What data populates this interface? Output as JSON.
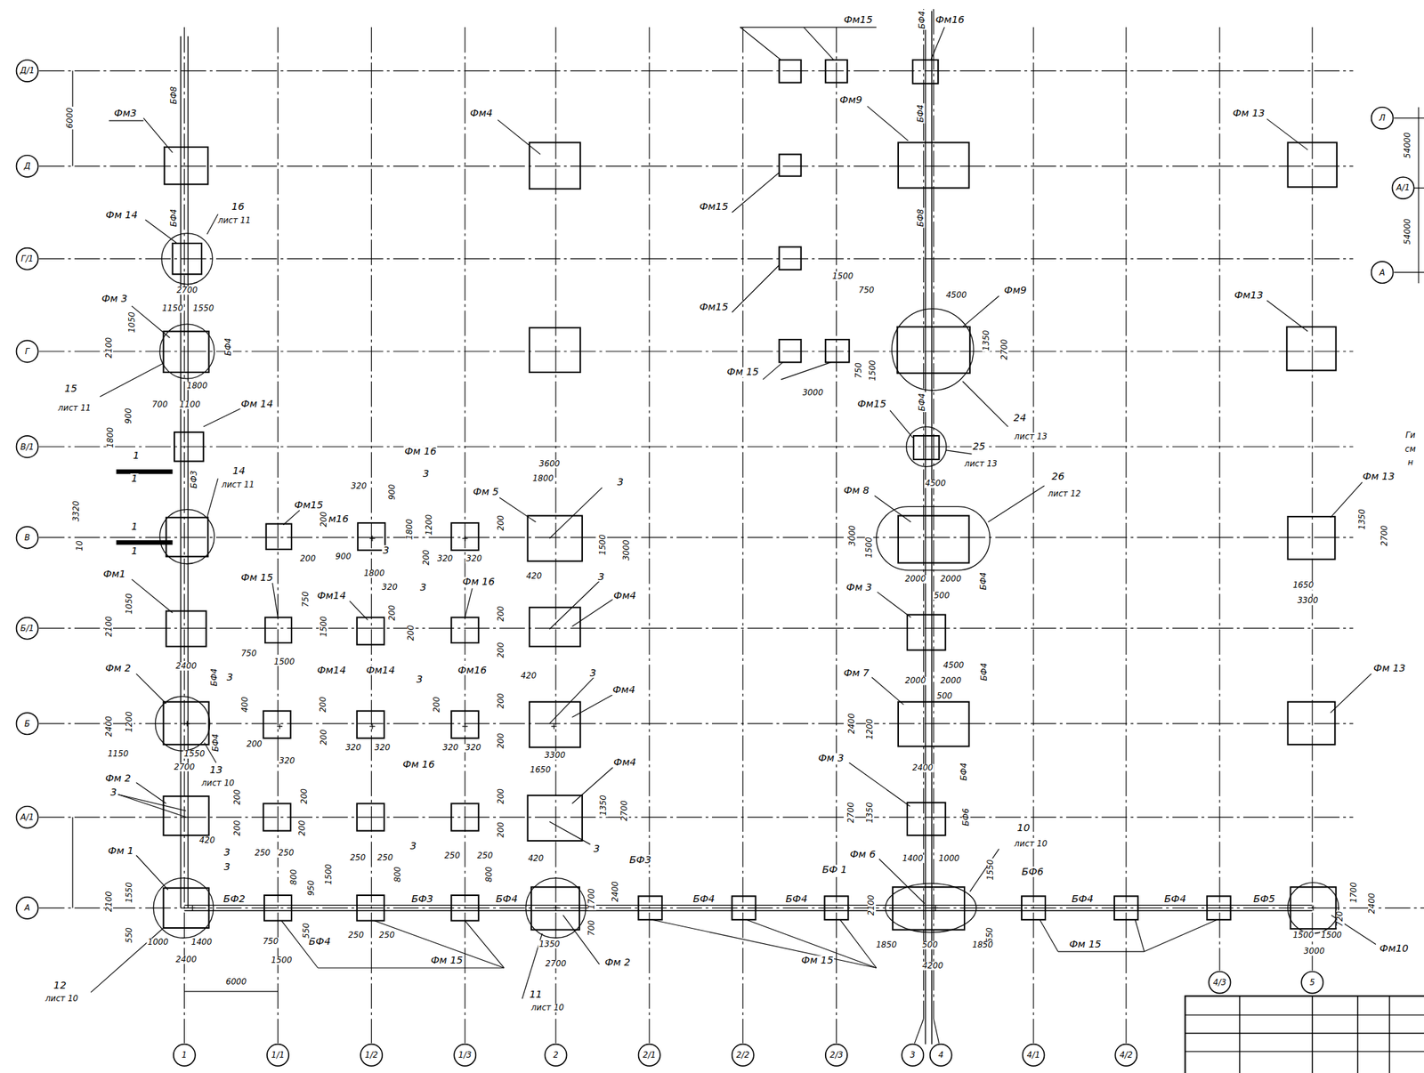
{
  "diagram": {
    "nodes": [
      {
        "text": [
          "Д/1"
        ]
      },
      {
        "text": [
          "Д"
        ]
      },
      {
        "text": [
          "Г/1"
        ]
      },
      {
        "text": [
          "Г"
        ]
      },
      {
        "text": [
          "В/1"
        ]
      },
      {
        "text": [
          "В"
        ]
      },
      {
        "text": [
          "Б/1"
        ]
      },
      {
        "text": [
          "Б"
        ]
      },
      {
        "text": [
          "А/1"
        ]
      },
      {
        "text": [
          "А"
        ]
      },
      {
        "text": [
          "1"
        ]
      },
      {
        "text": [
          "1/1"
        ]
      },
      {
        "text": [
          "1/2"
        ]
      },
      {
        "text": [
          "1/3"
        ]
      },
      {
        "text": [
          "2"
        ]
      },
      {
        "text": [
          "2/1"
        ]
      },
      {
        "text": [
          "2/2"
        ]
      },
      {
        "text": [
          "2/3"
        ]
      },
      {
        "text": [
          "3"
        ]
      },
      {
        "text": [
          "4"
        ]
      },
      {
        "text": [
          "4/1"
        ]
      },
      {
        "text": [
          "4/2"
        ]
      },
      {
        "text": [
          "4/3"
        ]
      },
      {
        "text": [
          "5"
        ]
      },
      {
        "text": [
          "Л"
        ]
      },
      {
        "text": [
          "А/1"
        ]
      },
      {
        "text": [
          "А"
        ]
      }
    ],
    "labels": [
      "6000",
      "БФ8",
      "Фм3",
      "Фм4",
      "БФ4",
      "Фм 14",
      "16",
      "лист 11",
      "2700",
      "Фм 3",
      "1150",
      "1550",
      "1050",
      "2100",
      "БФ4",
      "15",
      "лист 11",
      "1800",
      "700",
      "1100",
      "Фм 14",
      "900",
      "1800",
      "1",
      "1",
      "14",
      "лист 11",
      "БФ3",
      "3320",
      "10",
      "1",
      "1",
      "Фм15",
      "Фм16",
      "320",
      "900",
      "Фм 16",
      "3",
      "Фм 5",
      "3600",
      "1800",
      "3",
      "200",
      "1800",
      "1200",
      "200",
      "1500",
      "3000",
      "200",
      "900",
      "3",
      "200",
      "320",
      "320",
      "1800",
      "320",
      "420",
      "Фм1",
      "Фм 15",
      "Фм14",
      "3",
      "Фм 16",
      "3",
      "Фм4",
      "1050",
      "2100",
      "750",
      "1500",
      "200",
      "200",
      "200",
      "200",
      "Фм 2",
      "2400",
      "БФ4",
      "750",
      "1500",
      "Фм14",
      "Фм14",
      "Фм16",
      "420",
      "3",
      "Фм4",
      "3",
      "3",
      "400",
      "200",
      "200",
      "200",
      "200",
      "200",
      "2400",
      "1200",
      "200",
      "320",
      "320",
      "320",
      "320",
      "320",
      "1150",
      "1550",
      "БФ4",
      "2700",
      "13",
      "лист 10",
      "3300",
      "1650",
      "Фм 16",
      "Фм4",
      "Фм 2",
      "3",
      "200",
      "200",
      "420",
      "200",
      "200",
      "200",
      "1350",
      "2700",
      "200",
      "3",
      "3",
      "3",
      "250",
      "250",
      "250",
      "250",
      "3",
      "250",
      "250",
      "800",
      "950",
      "1500",
      "800",
      "800",
      "420",
      "БФ3",
      "2400",
      "1700",
      "700",
      "Фм 1",
      "2100",
      "1550",
      "550",
      "1000",
      "1400",
      "2400",
      "БФ2",
      "БФ3",
      "БФ4",
      "БФ4",
      "550",
      "750",
      "1500",
      "250",
      "250",
      "Фм 15",
      "12",
      "лист 10",
      "6000",
      "1350",
      "2700",
      "Фм 2",
      "11",
      "лист 10",
      "БФ4",
      "БФ4",
      "Фм 15",
      "Фм 15",
      "БФ 1",
      "Фм 6",
      "1400",
      "1000",
      "1550",
      "10",
      "лист 10",
      "БФ6",
      "2100",
      "550",
      "1850",
      "500",
      "1850",
      "4200",
      "БФ4",
      "БФ4",
      "БФ5",
      "1700",
      "720",
      "2400",
      "1500",
      "1500",
      "3000",
      "Фм10",
      "Фм15",
      "БФ4",
      "Фм16",
      "Фм9",
      "БФ4",
      "Фм15",
      "БФ8",
      "Фм15",
      "1500",
      "750",
      "4500",
      "Фм9",
      "1350",
      "2700",
      "Фм 15",
      "750",
      "1500",
      "3000",
      "Фм15",
      "БФ4",
      "24",
      "лист 13",
      "25",
      "лист 13",
      "Фм 8",
      "4500",
      "26",
      "лист 12",
      "3000",
      "1500",
      "2000",
      "2000",
      "500",
      "БФ4",
      "Фм 3",
      "4500",
      "Фм 7",
      "2000",
      "2000",
      "БФ4",
      "500",
      "2400",
      "1200",
      "БФ4",
      "Фм 3",
      "2400",
      "2700",
      "1350",
      "БФ6",
      "Фм 13",
      "Фм13",
      "Фм 13",
      "1350",
      "2700",
      "1650",
      "3300",
      "Фм 13",
      "54000",
      "54000",
      "Ги",
      "см",
      "н"
    ]
  }
}
